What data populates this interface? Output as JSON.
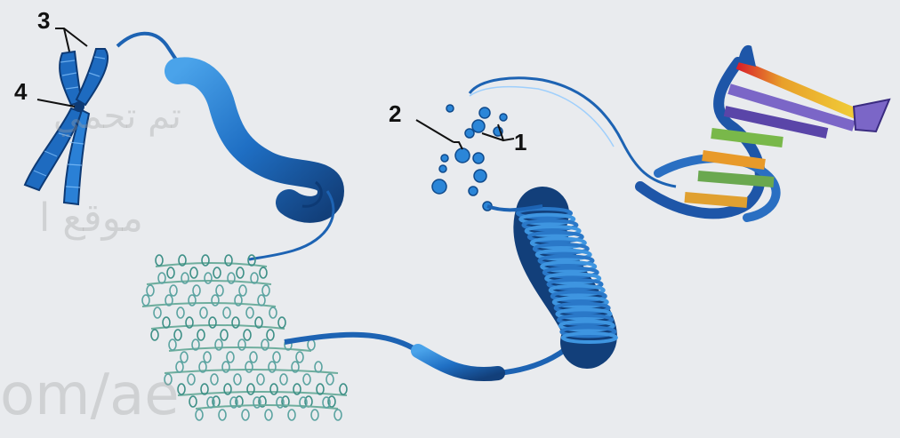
{
  "labels": {
    "one": "1",
    "two": "2",
    "three": "3",
    "four": "4"
  },
  "watermark": {
    "line1": "تم تحمي",
    "line2": "موقع ا",
    "line3": "om/ae"
  },
  "colors": {
    "dna_blue": "#2a7fd0",
    "dark_blue": "#123f7a",
    "background": "#e9ebee"
  }
}
